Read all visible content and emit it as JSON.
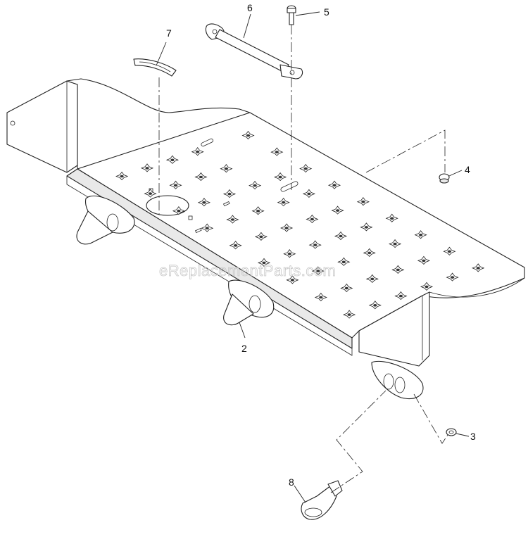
{
  "watermark": "eReplacementParts.com",
  "callouts": [
    "2",
    "3",
    "4",
    "5",
    "6",
    "7",
    "8"
  ]
}
